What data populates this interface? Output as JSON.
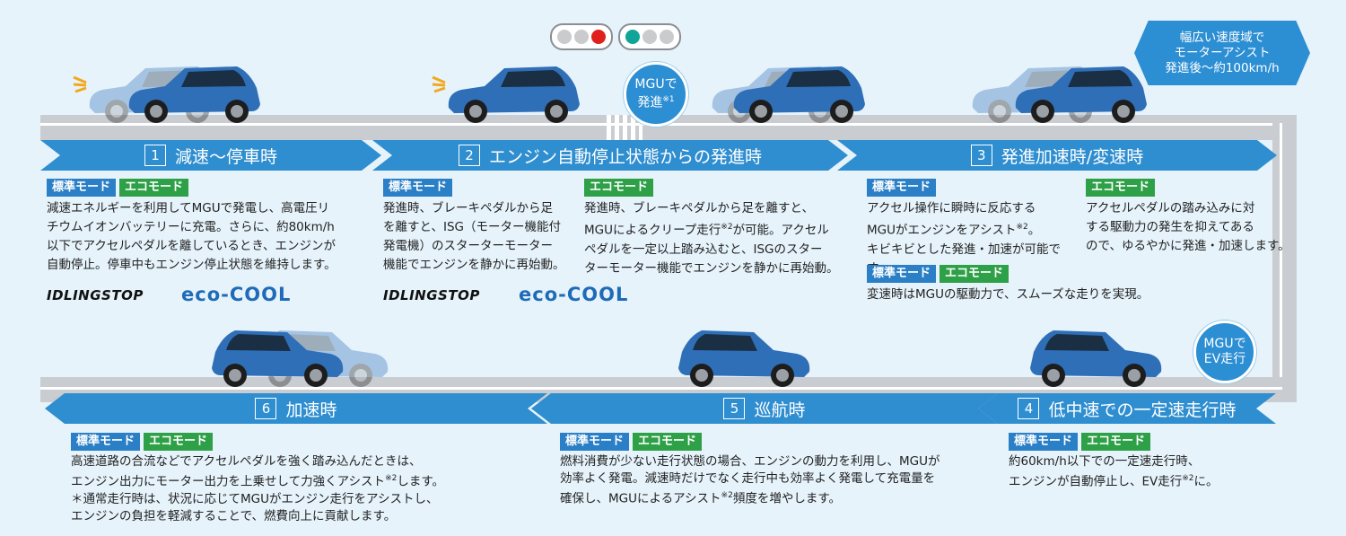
{
  "traffic_lights": {
    "left": [
      "gray",
      "gray",
      "red"
    ],
    "right": [
      "teal",
      "gray",
      "gray"
    ]
  },
  "top_note": {
    "line1": "幅広い速度域で",
    "line2": "モーターアシスト",
    "line3": "発進後〜約100km/h"
  },
  "bubble_start": {
    "line1": "MGUで",
    "line2": "発進",
    "sup": "※1"
  },
  "bubble_ev": {
    "line1": "MGUで",
    "line2": "EV走行"
  },
  "tags": {
    "standard": "標準モード",
    "eco": "エコモード"
  },
  "logos": {
    "idling_stop": "IDLINGSTOP",
    "eco_cool": "eco-COOL"
  },
  "steps": [
    {
      "num": "1",
      "title": "減速〜停車時",
      "text": [
        "減速エネルギーを利用してMGUで発電し、高電圧リ",
        "チウムイオンバッテリーに充電。さらに、約80km/h",
        "以下でアクセルペダルを離しているとき、エンジンが",
        "自動停止。停車中もエンジン停止状態を維持します。"
      ]
    },
    {
      "num": "2",
      "title": "エンジン自動停止状態からの発進時",
      "standard_text": [
        "発進時、ブレーキペダルから足",
        "を離すと、ISG（モーター機能付",
        "発電機）のスターターモーター",
        "機能でエンジンを静かに再始動。"
      ],
      "eco_text": [
        "発進時、ブレーキペダルから足を離すと、",
        "MGUによるクリープ走行",
        "が可能。アクセル",
        "ペダルを一定以上踏み込むと、ISGのスター",
        "ターモーター機能でエンジンを静かに再始動。"
      ],
      "eco_sup": "※2"
    },
    {
      "num": "3",
      "title": "発進加速時/変速時",
      "standard_text": [
        "アクセル操作に瞬時に反応する",
        "MGUがエンジンをアシスト",
        "。",
        "キビキビとした発進・加速が可能です。"
      ],
      "standard_sup": "※2",
      "eco_text": [
        "アクセルペダルの踏み込みに対",
        "する駆動力の発生を抑えてある",
        "ので、ゆるやかに発進・加速します。"
      ],
      "shift_text": "変速時はMGUの駆動力で、スムーズな走りを実現。"
    },
    {
      "num": "4",
      "title": "低中速での一定速走行時",
      "text": [
        "約60km/h以下での一定速走行時、",
        "エンジンが自動停止し、EV走行",
        "に。"
      ],
      "sup": "※2"
    },
    {
      "num": "5",
      "title": "巡航時",
      "text": [
        "燃料消費が少ない走行状態の場合、エンジンの動力を利用し、MGUが",
        "効率よく発電。減速時だけでなく走行中も効率よく発電して充電量を",
        "確保し、MGUによるアシスト",
        "頻度を増やします。"
      ],
      "sup": "※2"
    },
    {
      "num": "6",
      "title": "加速時",
      "text": [
        "高速道路の合流などでアクセルペダルを強く踏み込んだときは、",
        "エンジン出力にモーター出力を上乗せして力強くアシスト",
        "します。",
        "＊通常走行時は、状況に応じてMGUがエンジン走行をアシストし、",
        "エンジンの負担を軽減することで、燃費向上に貢献します。"
      ],
      "sup": "※2"
    }
  ]
}
